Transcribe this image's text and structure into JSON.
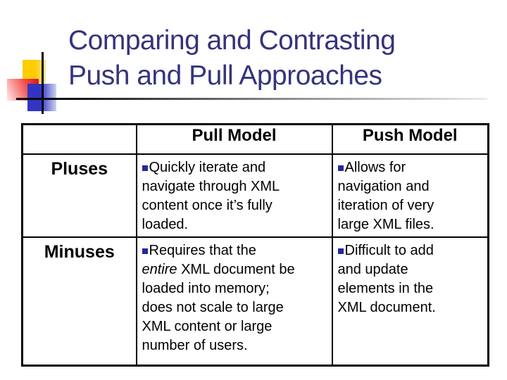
{
  "title": {
    "lines": [
      "Comparing and Contrasting",
      "Push and Pull Approaches"
    ]
  },
  "colors": {
    "title": "#34347C",
    "bullet": "#2626A0",
    "yellow": "#FFCC00",
    "red": "#DD1A1A",
    "blue": "#3434C4"
  },
  "table": {
    "header": [
      "",
      "Pull Model",
      "Push Model"
    ],
    "rows": [
      {
        "label": "Pluses",
        "pull": {
          "text": "Quickly iterate and\nnavigate through XML\ncontent once it’s fully\nloaded."
        },
        "push": {
          "text": "Allows for\nnavigation and\niteration of very\nlarge XML files."
        }
      },
      {
        "label": "Minuses",
        "pull": {
          "pre": "Requires that the\n",
          "italic": "entire",
          "post": " XML document be\nloaded into memory;\ndoes not scale to large\nXML content or large\nnumber of users."
        },
        "push": {
          "text": "Difficult to add\nand update\nelements in the\nXML document."
        }
      }
    ]
  }
}
